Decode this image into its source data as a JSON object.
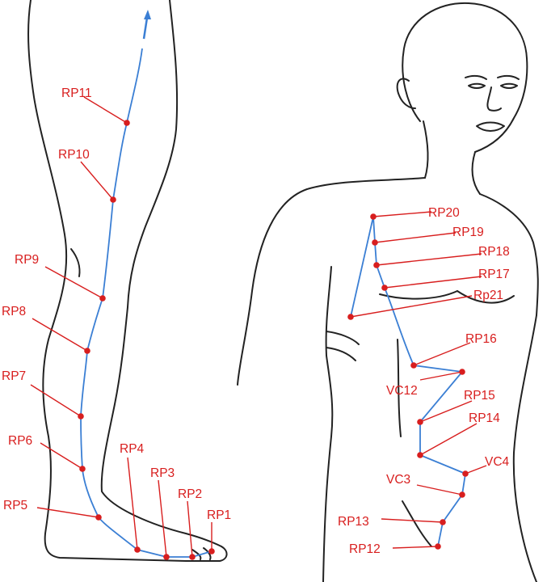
{
  "colors": {
    "outline": "#222222",
    "meridian": "#3b7fd4",
    "point": "#d81e1e",
    "label": "#d81e1e",
    "leader": "#d81e1e"
  },
  "figure": {
    "leg_points": [
      {
        "id": "RP1",
        "label": "RP1"
      },
      {
        "id": "RP2",
        "label": "RP2"
      },
      {
        "id": "RP3",
        "label": "RP3"
      },
      {
        "id": "RP4",
        "label": "RP4"
      },
      {
        "id": "RP5",
        "label": "RP5"
      },
      {
        "id": "RP6",
        "label": "RP6"
      },
      {
        "id": "RP7",
        "label": "RP7"
      },
      {
        "id": "RP8",
        "label": "RP8"
      },
      {
        "id": "RP9",
        "label": "RP9"
      },
      {
        "id": "RP10",
        "label": "RP10"
      },
      {
        "id": "RP11",
        "label": "RP11"
      }
    ],
    "torso_points": [
      {
        "id": "RP12",
        "label": "RP12"
      },
      {
        "id": "RP13",
        "label": "RP13"
      },
      {
        "id": "VC3",
        "label": "VC3"
      },
      {
        "id": "VC4",
        "label": "VC4"
      },
      {
        "id": "RP14",
        "label": "RP14"
      },
      {
        "id": "RP15",
        "label": "RP15"
      },
      {
        "id": "VC12",
        "label": "VC12"
      },
      {
        "id": "RP16",
        "label": "RP16"
      },
      {
        "id": "Rp21",
        "label": "Rp21"
      },
      {
        "id": "RP17",
        "label": "RP17"
      },
      {
        "id": "RP18",
        "label": "RP18"
      },
      {
        "id": "RP19",
        "label": "RP19"
      },
      {
        "id": "RP20",
        "label": "RP20"
      }
    ]
  }
}
